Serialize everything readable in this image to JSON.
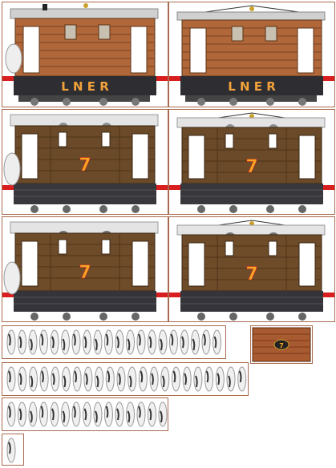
{
  "sheet": {
    "livery_lner": {
      "lettering": "L N E R",
      "letter_color": "#f2a23a"
    },
    "livery_number": {
      "number": "7",
      "number_color": "#f5a623"
    },
    "crate": {
      "badge": "7"
    }
  },
  "colors": {
    "frame_border": "#a86a4e",
    "wood_light": "#b0673a",
    "wood_dark": "#6a4a28",
    "roof": "#d6d6d6",
    "chassis": "#2e2e32",
    "buffer_red": "#d81e1e"
  }
}
